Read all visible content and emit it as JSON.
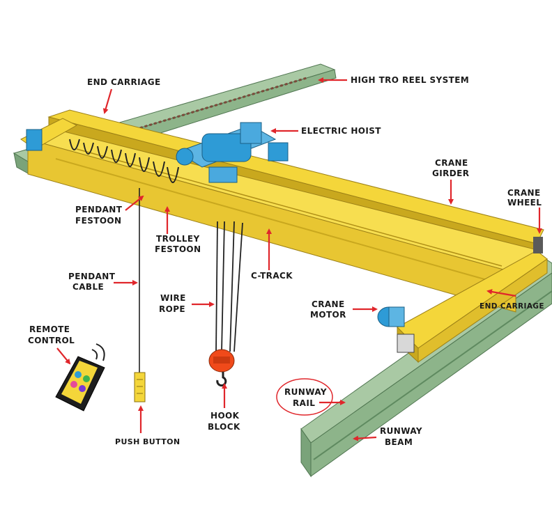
{
  "labels": {
    "end_carriage_top": "END CARRIAGE",
    "reel_system": "HIGH TRO REEL SYSTEM",
    "electric_hoist": "ELECTRIC HOIST",
    "crane_girder_1": "CRANE",
    "crane_girder_2": "GIRDER",
    "crane_wheel_1": "CRANE",
    "crane_wheel_2": "WHEEL",
    "pendant_festoon_1": "PENDANT",
    "pendant_festoon_2": "FESTOON",
    "trolley_festoon_1": "TROLLEY",
    "trolley_festoon_2": "FESTOON",
    "pendant_cable_1": "PENDANT",
    "pendant_cable_2": "CABLE",
    "c_track": "C-TRACK",
    "wire_rope_1": "WIRE",
    "wire_rope_2": "ROPE",
    "crane_motor_1": "CRANE",
    "crane_motor_2": "MOTOR",
    "end_carriage_right": "END CARRIAGE",
    "remote_control_1": "REMOTE",
    "remote_control_2": "CONTROL",
    "runway_rail_1": "RUNWAY",
    "runway_rail_2": "RAIL",
    "runway_beam_1": "RUNWAY",
    "runway_beam_2": "BEAM",
    "hook_block_1": "HOOK",
    "hook_block_2": "BLOCK",
    "push_button": "PUSH BUTTON"
  },
  "colors": {
    "girder_yellow": "#f4d63a",
    "girder_shadow": "#c9a81e",
    "rail_green": "#a9c9a4",
    "rail_dark": "#6f9470",
    "hoist_blue": "#2e9bd6",
    "arrow_red": "#e0262b",
    "hook_orange": "#f04a1a"
  }
}
